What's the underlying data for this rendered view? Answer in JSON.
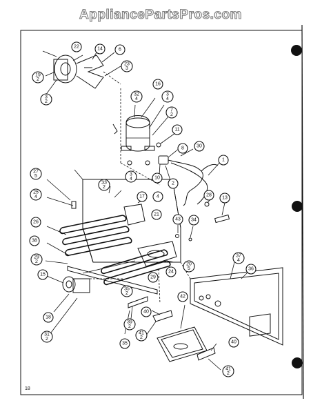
{
  "watermark": "AppliancePartsPros.com",
  "page_number": "18",
  "callouts": {
    "c22": "22",
    "c14": "14",
    "c6": "6",
    "c19": "19",
    "c19b": "2",
    "c3a": "3",
    "c3ab": "2",
    "c23": "23",
    "c23b": "3",
    "c16": "16",
    "c32": "32",
    "c32b": "4",
    "c3b": "3",
    "c3bb": "4",
    "c7": "7",
    "c7b": "2",
    "c11": "11",
    "c8": "8",
    "c30": "30",
    "c1": "1",
    "c10": "10",
    "c2": "2",
    "c3c": "3",
    "c3cb": "4",
    "c27": "27",
    "c27b": "5",
    "c25": "25",
    "c25b": "4",
    "c33": "33",
    "c33b": "2",
    "c17": "17",
    "c4": "4",
    "c21": "21",
    "c28": "28",
    "c13": "13",
    "c43": "43",
    "c34": "34",
    "c26": "26",
    "c38": "38",
    "c29a": "29",
    "c29ab": "2",
    "c15": "15",
    "c20": "20",
    "c20b": "5",
    "c37": "37",
    "c37b": "4",
    "c36": "36",
    "c24": "24",
    "c29b": "29",
    "c35a": "35",
    "c35ab": "2",
    "c18": "18",
    "c42": "42",
    "c40a": "40",
    "c39": "39",
    "c39b": "2",
    "c41a": "41",
    "c41ab": "2",
    "c31": "31",
    "c31b": "2",
    "c35b": "35",
    "c40b": "40",
    "c41b": "41",
    "c41bb": "2"
  }
}
